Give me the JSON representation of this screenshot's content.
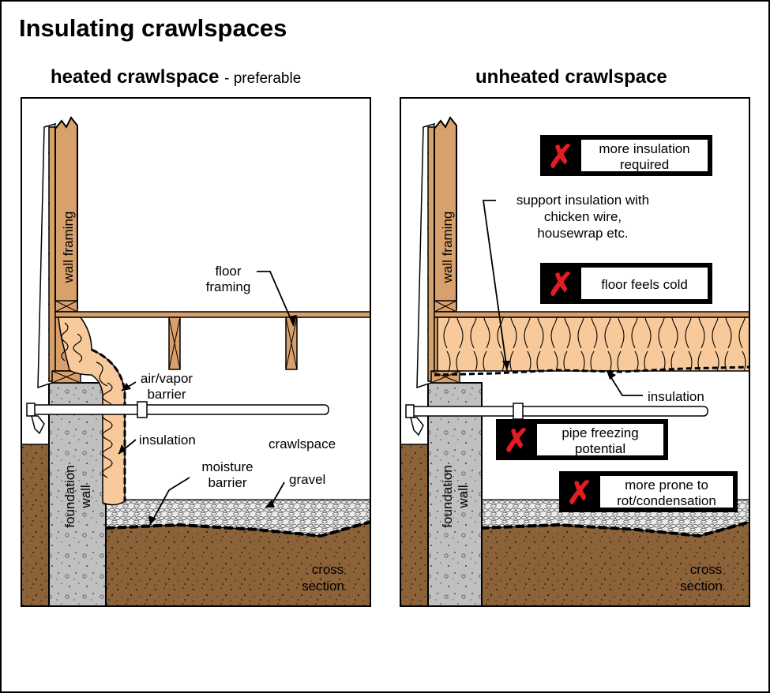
{
  "title": "Insulating crawlspaces",
  "left_panel": {
    "heading": "heated crawlspace",
    "heading_note": "- preferable",
    "labels": {
      "wall_framing": "wall framing",
      "floor_framing_1": "floor",
      "floor_framing_2": "framing",
      "air_vapor_1": "air/vapor",
      "air_vapor_2": "barrier",
      "insulation": "insulation",
      "crawlspace": "crawlspace",
      "moisture_1": "moisture",
      "moisture_2": "barrier",
      "gravel": "gravel",
      "foundation_1": "foundation",
      "foundation_2": "wall",
      "cross_1": "cross",
      "cross_2": "section"
    }
  },
  "right_panel": {
    "heading": "unheated crawlspace",
    "labels": {
      "wall_framing": "wall framing",
      "support_1": "support insulation with",
      "support_2": "chicken wire,",
      "support_3": "housewrap etc.",
      "insulation": "insulation",
      "foundation_1": "foundation",
      "foundation_2": "wall",
      "cross_1": "cross",
      "cross_2": "section"
    },
    "warnings": [
      {
        "line1": "more insulation",
        "line2": "required"
      },
      {
        "line1": "floor feels cold",
        "line2": ""
      },
      {
        "line1": "pipe freezing",
        "line2": "potential"
      },
      {
        "line1": "more prone to",
        "line2": "rot/condensation"
      }
    ]
  },
  "colors": {
    "wood": "#d8a06a",
    "insulation": "#f8c99a",
    "soil": "#8c6239",
    "concrete": "#c0c0c0",
    "gravel": "#e8e8e8",
    "warning_x": "#e51b24"
  }
}
